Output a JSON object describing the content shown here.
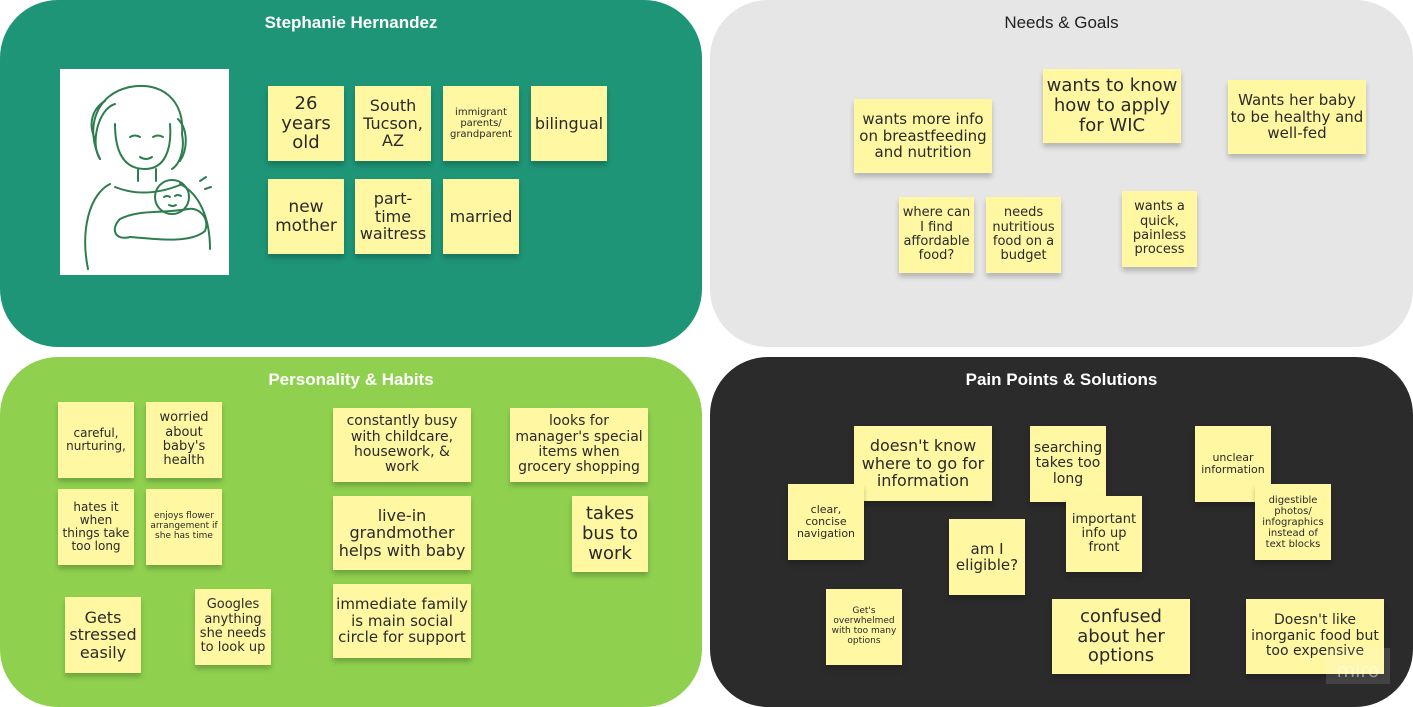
{
  "panels": {
    "profile": {
      "title": "Stephanie Hernandez",
      "notes": [
        "26 years old",
        "South Tucson, AZ",
        "immigrant parents/ grandparent",
        "bilingual",
        "new mother",
        "part-time waitress",
        "married"
      ]
    },
    "needs": {
      "title": "Needs & Goals",
      "notes": [
        "wants more info on breastfeeding and nutrition",
        "wants to know how to apply for WIC",
        "Wants her baby to be healthy and well-fed",
        "where can I find affordable food?",
        "needs nutritious food on a budget",
        "wants a quick, painless process"
      ]
    },
    "personality": {
      "title": "Personality & Habits",
      "notes": [
        "careful, nurturing,",
        "worried about baby's health",
        "constantly busy with childcare, housework, & work",
        "looks for manager's special items when grocery shopping",
        "hates it when things take too long",
        "enjoys flower arrangement if she has time",
        "live-in grandmother helps with baby",
        "takes bus to work",
        "Gets stressed easily",
        "Googles anything she needs to look up",
        "immediate family is main social circle for support"
      ]
    },
    "pain": {
      "title": "Pain Points & Solutions",
      "notes": [
        "doesn't know where to go for information",
        "searching takes too long",
        "unclear information",
        "clear, concise navigation",
        "important info up front",
        "digestible photos/ infographics instead of text blocks",
        "am I eligible?",
        "Get's overwhelmed with too many options",
        "confused about her options",
        "Doesn't like inorganic food but too expensive"
      ]
    }
  },
  "colors": {
    "profile": "#1e9577",
    "needs": "#e6e6e6",
    "personality": "#8fd14f",
    "pain": "#2b2b2b",
    "sticky": "#fff7a1"
  },
  "illustration": "mother-holding-baby-sketch",
  "watermark": "miro"
}
